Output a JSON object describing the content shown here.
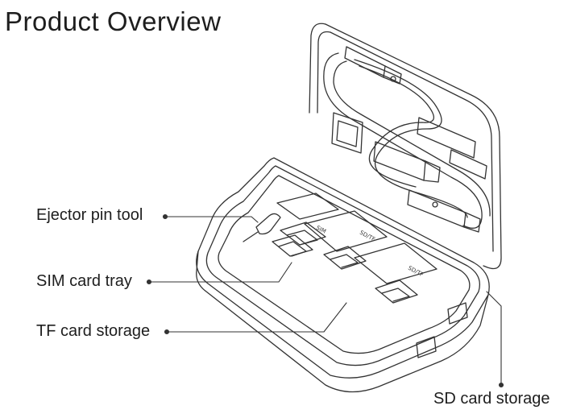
{
  "title": "Product Overview",
  "callouts": {
    "ejector_pin_tool": "Ejector pin tool",
    "sim_card_tray": "SIM card tray",
    "tf_card_storage": "TF card storage",
    "sd_card_storage": "SD card storage"
  },
  "slot_labels": {
    "sim_slot": "SIM",
    "tf_slot_1": "SD/TF",
    "tf_slot_2": "SD/TF"
  }
}
